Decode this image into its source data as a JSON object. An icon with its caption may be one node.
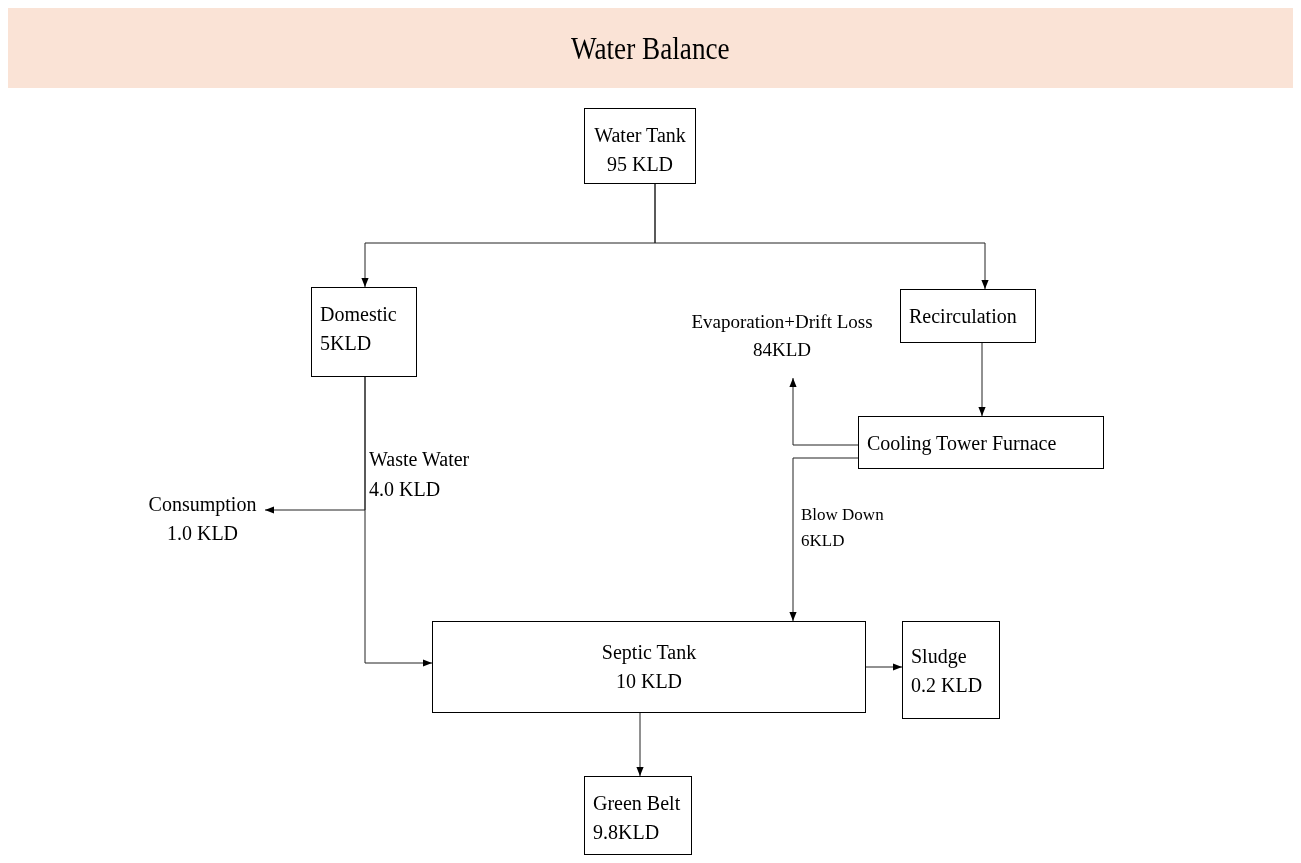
{
  "diagram": {
    "title": "Water Balance",
    "nodes": [
      {
        "text": [
          "Water Tank",
          "95 KLD"
        ]
      },
      {
        "text": [
          "Domestic",
          "5KLD"
        ]
      },
      {
        "text": [
          "Recirculation"
        ]
      },
      {
        "text": [
          "Evaporation+Drift Loss",
          "84KLD"
        ]
      },
      {
        "text": [
          "Cooling Tower Furnace"
        ]
      },
      {
        "text": [
          "Consumption",
          "1.0 KLD"
        ]
      },
      {
        "text": [
          "Septic Tank",
          "10 KLD"
        ]
      },
      {
        "text": [
          "Sludge",
          "0.2 KLD"
        ]
      },
      {
        "text": [
          "Green Belt",
          "9.8KLD"
        ]
      }
    ],
    "edges": [
      {
        "from": 0,
        "to": 1,
        "arrow": "to"
      },
      {
        "from": 0,
        "to": 2,
        "arrow": "to"
      },
      {
        "from": 2,
        "to": 4,
        "arrow": "to"
      },
      {
        "from": 4,
        "to": 3,
        "arrow": "to"
      },
      {
        "from": 4,
        "to": 6,
        "arrow": "to",
        "label": "Blow Down 6KLD"
      },
      {
        "from": 1,
        "to": 6,
        "arrow": "to",
        "label": "Waste Water 4.0 KLD"
      },
      {
        "from": 1,
        "to": 5,
        "arrow": "to"
      },
      {
        "from": 6,
        "to": 7,
        "arrow": "to"
      },
      {
        "from": 6,
        "to": 8,
        "arrow": "to"
      }
    ]
  }
}
